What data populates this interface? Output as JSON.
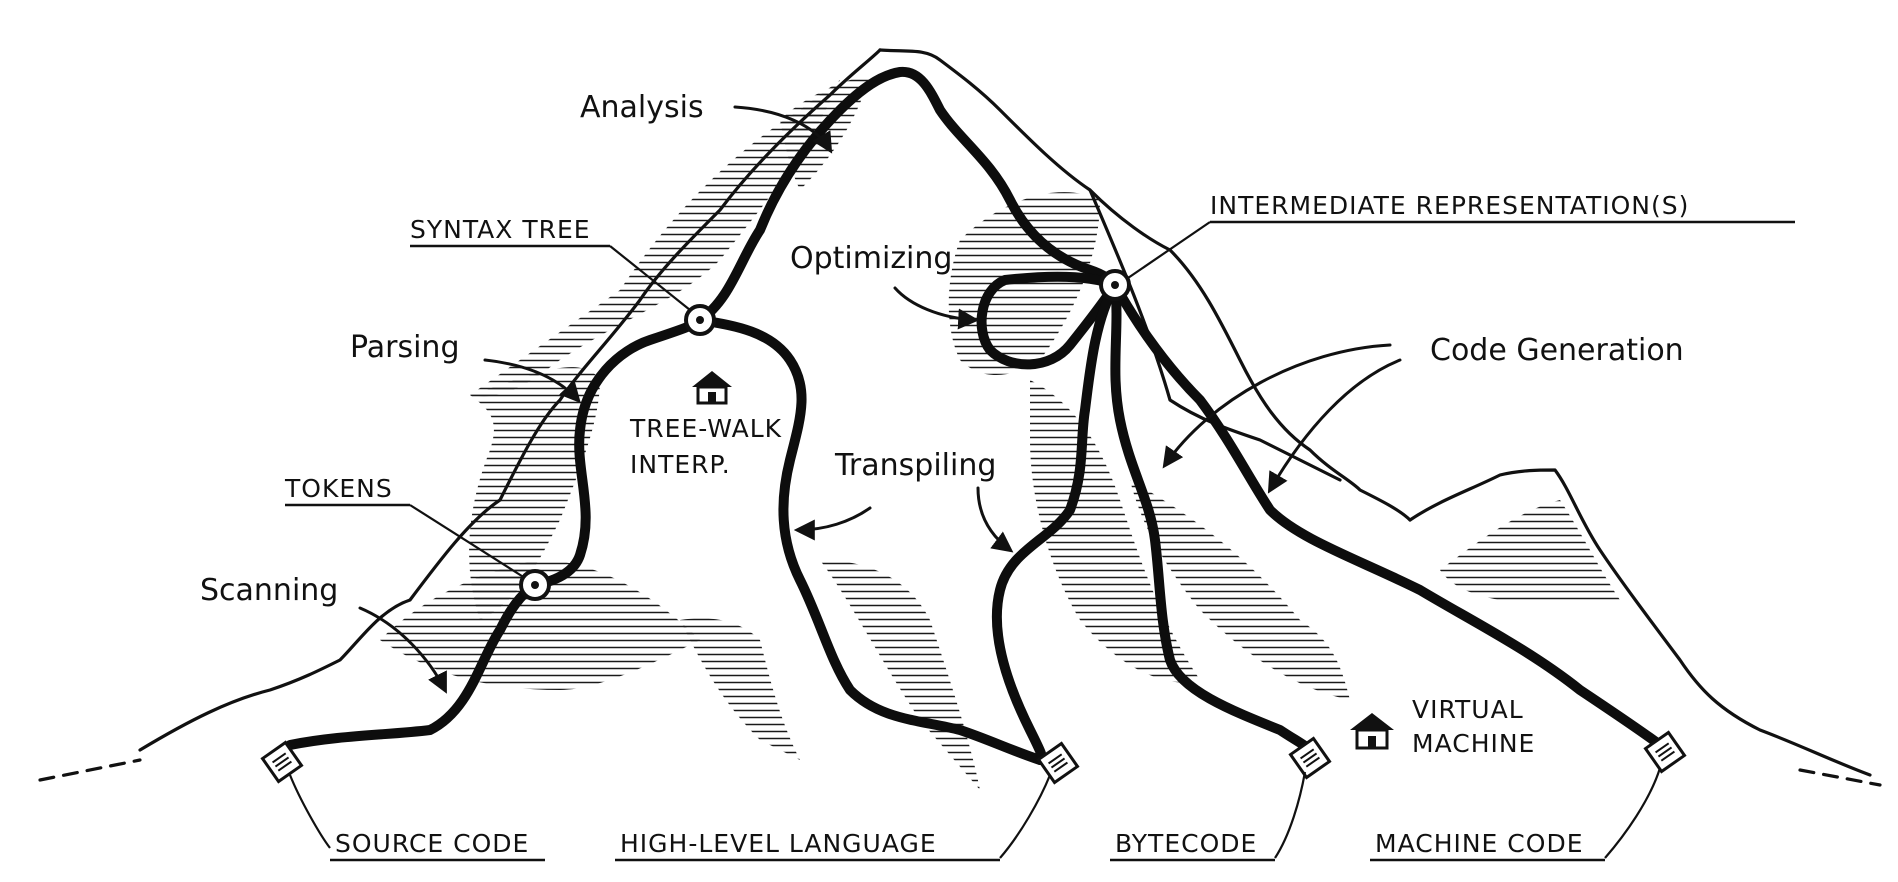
{
  "labels": {
    "analysis": "Analysis",
    "syntax_tree": "SYNTAX TREE",
    "optimizing": "Optimizing",
    "intermediate_representation": "INTERMEDIATE REPRESENTATION(S)",
    "parsing": "Parsing",
    "tree_walk_line1": "TREE-WALK",
    "tree_walk_line2": "INTERP.",
    "code_generation": "Code Generation",
    "transpiling": "Transpiling",
    "tokens": "TOKENS",
    "scanning": "Scanning",
    "virtual_machine_line1": "VIRTUAL",
    "virtual_machine_line2": "MACHINE",
    "source_code": "SOURCE CODE",
    "high_level_language": "HIGH-LEVEL LANGUAGE",
    "bytecode": "BYTECODE",
    "machine_code": "MACHINE CODE"
  },
  "icons": {
    "waypoint": "circle-dot-icon",
    "document": "document-icon",
    "hut": "hut-icon"
  },
  "colors": {
    "ink": "#111111",
    "paper": "#ffffff"
  }
}
